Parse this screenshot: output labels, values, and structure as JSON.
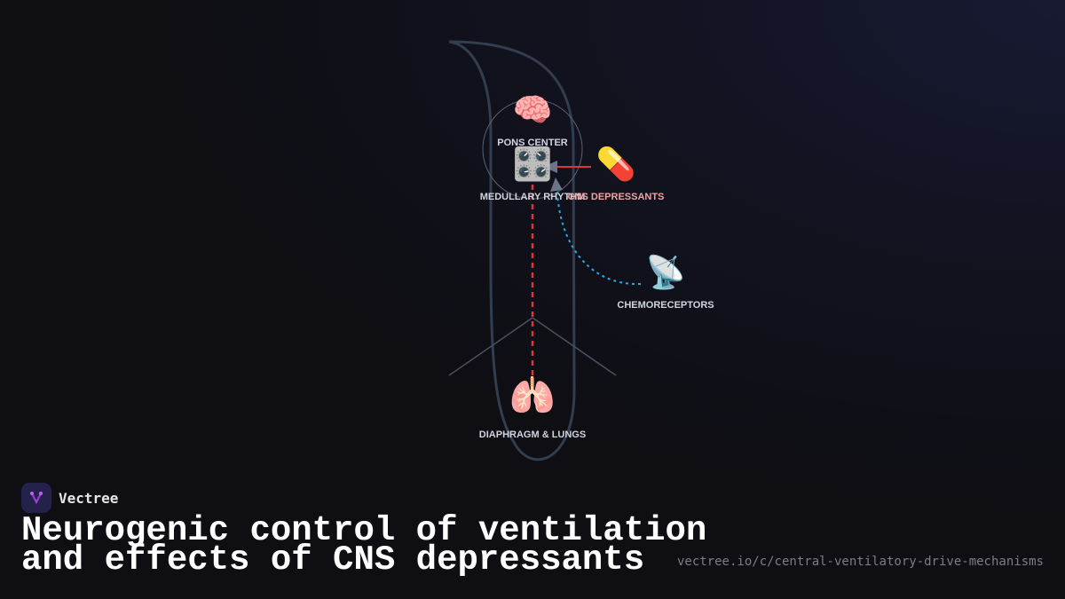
{
  "diagram": {
    "nodes": [
      {
        "id": "pons",
        "label": "PONS CENTER",
        "icon": "brain-icon",
        "emoji": "🧠"
      },
      {
        "id": "medulla",
        "label": "MEDULLARY RHYTHM",
        "icon": "control-knobs-icon",
        "emoji": "🎛️"
      },
      {
        "id": "cns",
        "label": "CNS DEPRESSANTS",
        "icon": "pill-icon",
        "emoji": "💊"
      },
      {
        "id": "chemo",
        "label": "CHEMORECEPTORS",
        "icon": "satellite-dish-icon",
        "emoji": "📡"
      },
      {
        "id": "lungs",
        "label": "DIAPHRAGM & LUNGS",
        "icon": "lungs-icon",
        "emoji": "🫁"
      }
    ],
    "edges": [
      {
        "from": "cns",
        "to": "medulla",
        "style": "solid",
        "color": "#e0343c"
      },
      {
        "from": "chemo",
        "to": "medulla",
        "style": "dotted",
        "color": "#29a8e0"
      },
      {
        "from": "medulla",
        "to": "lungs",
        "style": "dashed",
        "color": "#e0343c"
      }
    ],
    "label_color_cns": "#f4a0a0"
  },
  "brand": {
    "name": "Vectree"
  },
  "title": {
    "line1": "Neurogenic control of ventilation",
    "line2": "and effects of CNS depressants"
  },
  "url": "vectree.io/c/central-ventilatory-drive-mechanisms"
}
